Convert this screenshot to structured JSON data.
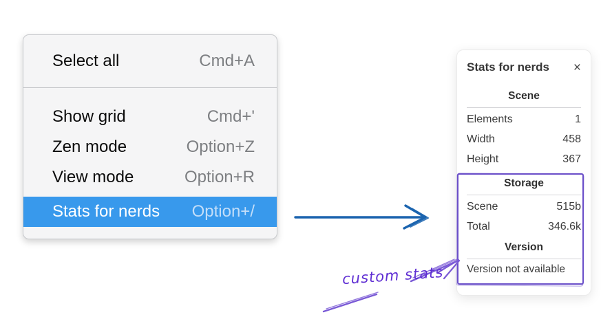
{
  "menu": {
    "items": [
      {
        "label": "Select all",
        "shortcut": "Cmd+A",
        "highlighted": false
      },
      {
        "label": "Show grid",
        "shortcut": "Cmd+'",
        "highlighted": false
      },
      {
        "label": "Zen mode",
        "shortcut": "Option+Z",
        "highlighted": false
      },
      {
        "label": "View mode",
        "shortcut": "Option+R",
        "highlighted": false
      },
      {
        "label": "Stats for nerds",
        "shortcut": "Option+/",
        "highlighted": true
      }
    ],
    "highlight_color": "#3899ec"
  },
  "stats_panel": {
    "title": "Stats for nerds",
    "close_icon": "×",
    "sections": {
      "scene": {
        "header": "Scene",
        "rows": [
          {
            "label": "Elements",
            "value": "1"
          },
          {
            "label": "Width",
            "value": "458"
          },
          {
            "label": "Height",
            "value": "367"
          }
        ]
      },
      "storage": {
        "header": "Storage",
        "rows": [
          {
            "label": "Scene",
            "value": "515b"
          },
          {
            "label": "Total",
            "value": "346.6k"
          }
        ]
      },
      "version": {
        "header": "Version",
        "note": "Version not available"
      }
    }
  },
  "annotation": {
    "label": "custom stats",
    "color": "#6741d9",
    "box_color": "#6a4fc9"
  },
  "arrows": {
    "blue_color": "#1b64af",
    "purple_color": "#7a5ad6"
  }
}
